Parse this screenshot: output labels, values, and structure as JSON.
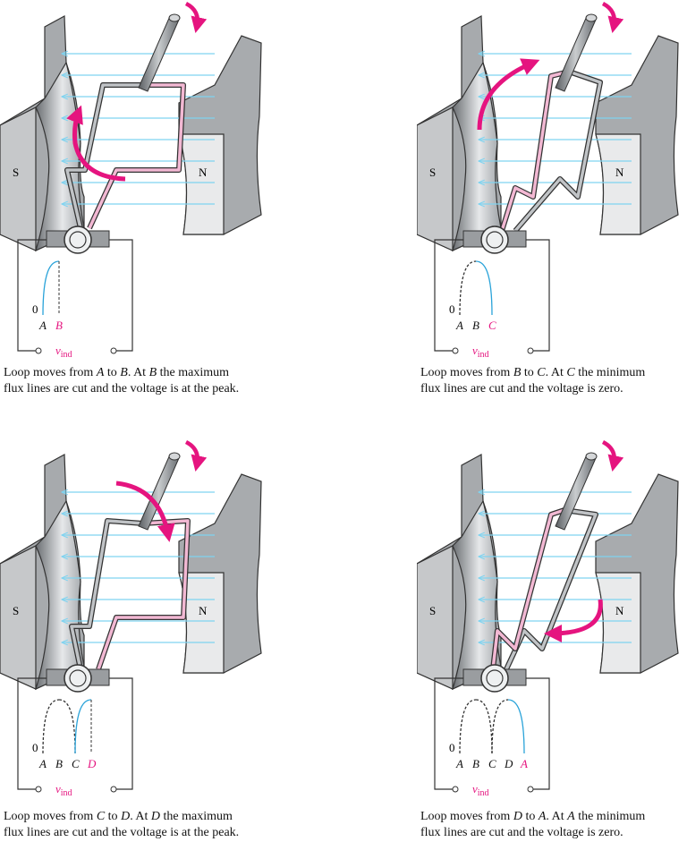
{
  "colors": {
    "magenta": "#e5147f",
    "flux": "#7fd3f0",
    "wave": "#2aa3d9",
    "steel": "#bfc3c7",
    "dark": "#4a4a4a"
  },
  "panels": [
    {
      "id": "p1",
      "pole_s": "S",
      "pole_n": "N",
      "labels": [
        "A",
        "B"
      ],
      "highlight": "B",
      "zero": "0",
      "vind": "v",
      "vind_sub": "ind",
      "caption": {
        "l1a": "Loop moves from ",
        "l1b": "A",
        "l1c": " to ",
        "l1d": "B",
        "l1e": ". At ",
        "l1f": "B",
        "l1g": " the maximum",
        "l2": "flux lines are cut and the voltage is at the peak."
      }
    },
    {
      "id": "p2",
      "pole_s": "S",
      "pole_n": "N",
      "labels": [
        "A",
        "B",
        "C"
      ],
      "highlight": "C",
      "zero": "0",
      "vind": "v",
      "vind_sub": "ind",
      "caption": {
        "l1a": "Loop moves from ",
        "l1b": "B",
        "l1c": " to ",
        "l1d": "C",
        "l1e": ". At ",
        "l1f": "C",
        "l1g": " the minimum",
        "l2": "flux lines are cut and the voltage is zero."
      }
    },
    {
      "id": "p3",
      "pole_s": "S",
      "pole_n": "N",
      "labels": [
        "A",
        "B",
        "C",
        "D"
      ],
      "highlight": "D",
      "zero": "0",
      "vind": "v",
      "vind_sub": "ind",
      "caption": {
        "l1a": "Loop moves from ",
        "l1b": "C",
        "l1c": " to ",
        "l1d": "D",
        "l1e": ". At ",
        "l1f": "D",
        "l1g": " the maximum",
        "l2": "flux lines are cut and the voltage is at the peak."
      }
    },
    {
      "id": "p4",
      "pole_s": "S",
      "pole_n": "N",
      "labels": [
        "A",
        "B",
        "C",
        "D",
        "A"
      ],
      "highlight": "A",
      "zero": "0",
      "vind": "v",
      "vind_sub": "ind",
      "caption": {
        "l1a": "Loop moves from ",
        "l1b": "D",
        "l1c": " to ",
        "l1d": "A",
        "l1e": ". At ",
        "l1f": "A",
        "l1g": " the minimum",
        "l2": "flux lines are cut and the voltage is zero."
      }
    }
  ]
}
